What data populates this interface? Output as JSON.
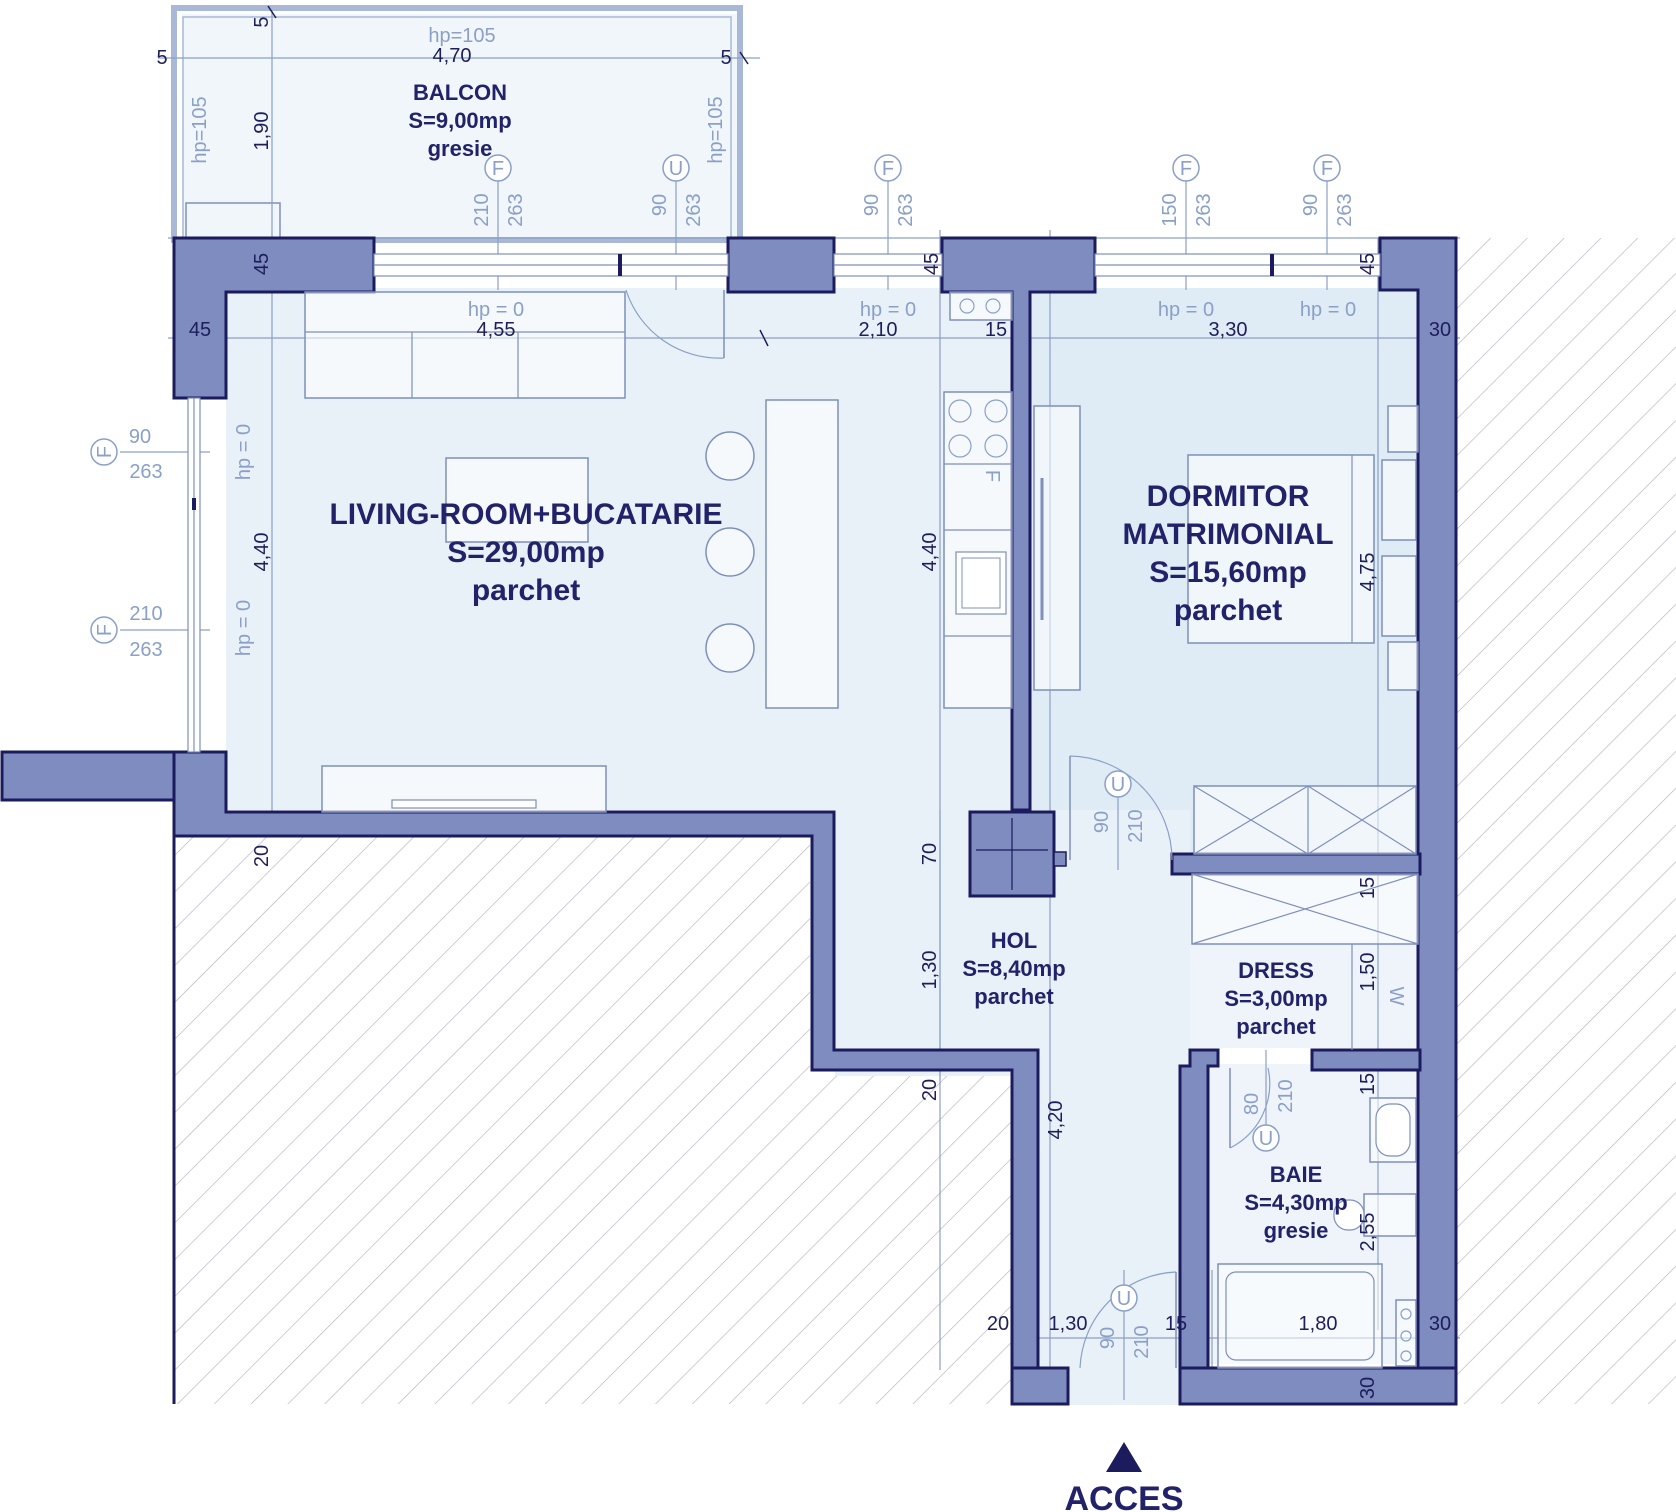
{
  "rooms": {
    "balcon": {
      "name": "BALCON",
      "area": "S=9,00mp",
      "floor": "gresie"
    },
    "living": {
      "name": "LIVING-ROOM+BUCATARIE",
      "area": "S=29,00mp",
      "floor": "parchet"
    },
    "dormitor": {
      "name_line1": "DORMITOR",
      "name_line2": "MATRIMONIAL",
      "area": "S=15,60mp",
      "floor": "parchet"
    },
    "hol": {
      "name": "HOL",
      "area": "S=8,40mp",
      "floor": "parchet"
    },
    "dress": {
      "name": "DRESS",
      "area": "S=3,00mp",
      "floor": "parchet"
    },
    "baie": {
      "name": "BAIE",
      "area": "S=4,30mp",
      "floor": "gresie"
    }
  },
  "entrance": {
    "label": "ACCES"
  },
  "dimensions": {
    "balcon_width": "4,70",
    "balcon_depth": "1,90",
    "balcon_hp": "hp=105",
    "balcon_hp_left": "hp=105",
    "balcon_hp_right": "hp=105",
    "five": "5",
    "forty_five": "45",
    "thirty": "30",
    "twenty": "20",
    "fifteen": "15",
    "seventy": "70",
    "living_width": "4,55",
    "kitchen_width": "2,10",
    "living_depth": "4,40",
    "kitchen_depth": "4,40",
    "dormitor_width": "3,30",
    "dormitor_depth": "4,75",
    "hol_upper": "1,30",
    "hol_lower": "4,20",
    "hol_width": "1,30",
    "dress_depth": "1,50",
    "baie_depth": "2,55",
    "baie_width": "1,80",
    "hp0": "hp =  0",
    "hp0_side": "hp =  0"
  },
  "openings": {
    "letter_f": "F",
    "letter_u": "U",
    "letter_w": "W",
    "v90": "90",
    "v150": "150",
    "v210": "210",
    "v263": "263",
    "v80": "80"
  },
  "colors": {
    "wall": "#7e8cc0",
    "line": "#1b1b5e",
    "floor": "#e9f1f8",
    "bedroom": "#dfecf5"
  }
}
